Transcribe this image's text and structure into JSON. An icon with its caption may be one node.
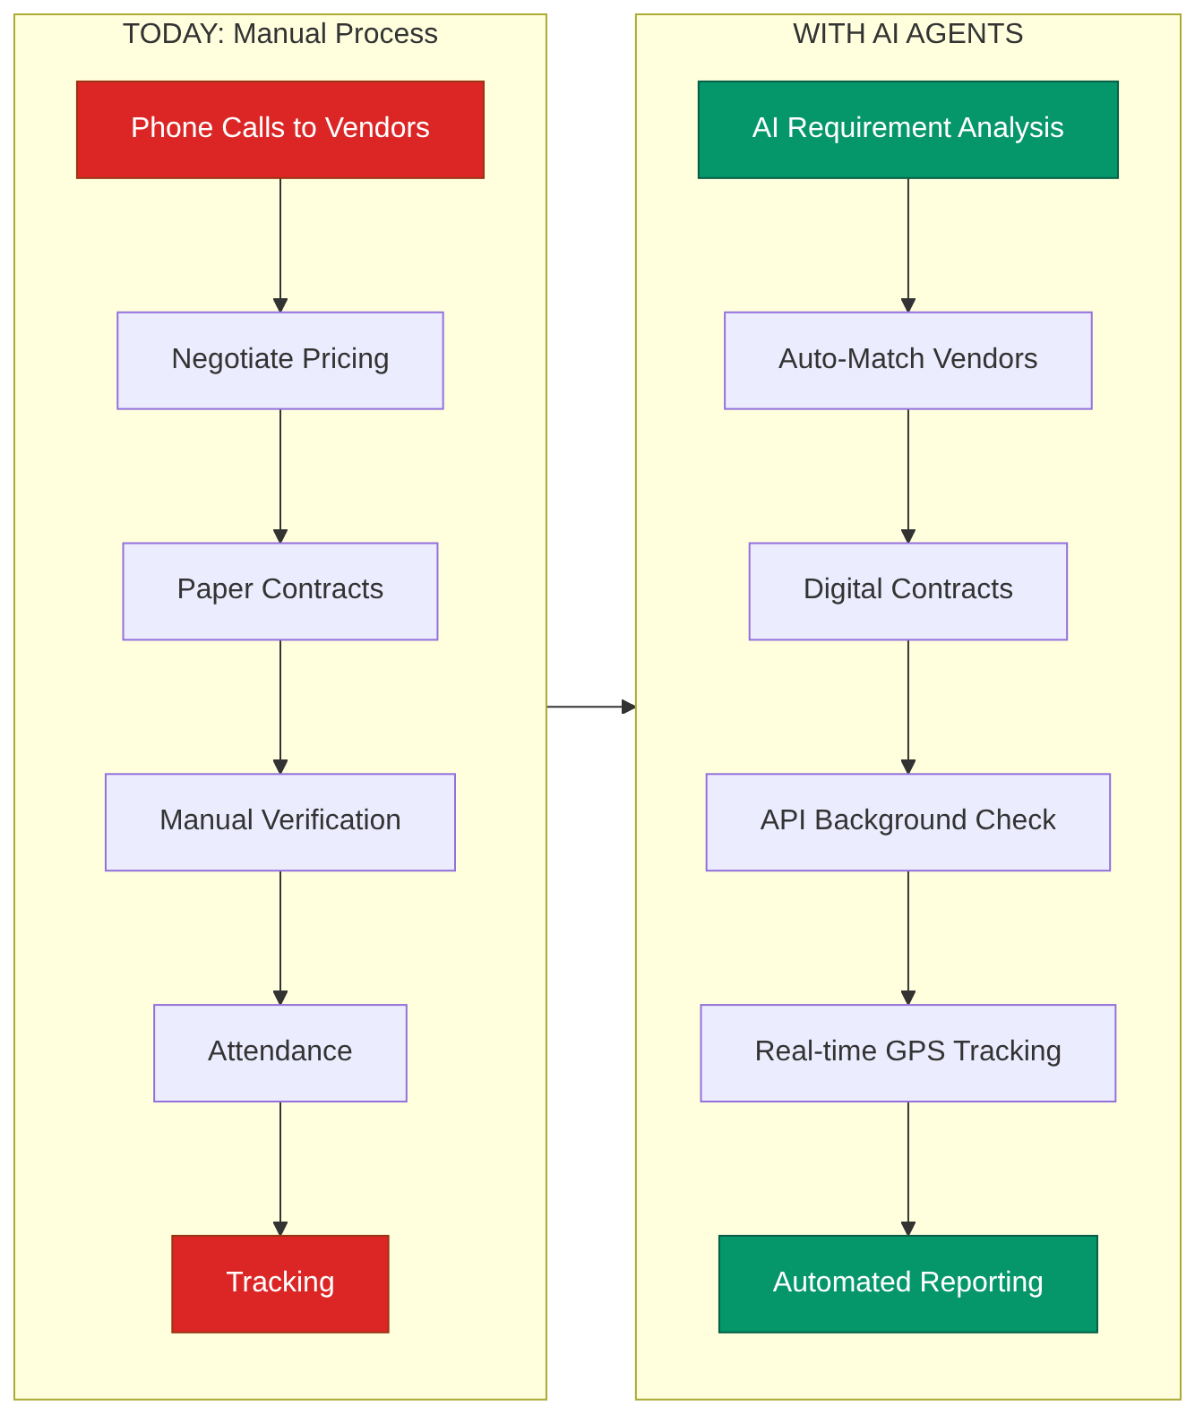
{
  "diagram": {
    "nodes": [
      {
        "text": [
          "TODAY: Manual Process"
        ]
      },
      {
        "text": [
          "Phone Calls to Vendors"
        ],
        "in": 0
      },
      {
        "text": [
          "Negotiate Pricing"
        ],
        "in": 0
      },
      {
        "text": [
          "Paper Contracts"
        ],
        "in": 0
      },
      {
        "text": [
          "Manual Verification"
        ],
        "in": 0
      },
      {
        "text": [
          "Attendance"
        ],
        "in": 0
      },
      {
        "text": [
          "Tracking"
        ],
        "in": 0
      },
      {
        "text": [
          "WITH AI AGENTS"
        ]
      },
      {
        "text": [
          "AI Requirement Analysis"
        ],
        "in": 7
      },
      {
        "text": [
          "Auto-Match Vendors"
        ],
        "in": 7
      },
      {
        "text": [
          "Digital Contracts"
        ],
        "in": 7
      },
      {
        "text": [
          "API Background Check"
        ],
        "in": 7
      },
      {
        "text": [
          "Real-time GPS Tracking"
        ],
        "in": 7
      },
      {
        "text": [
          "Automated Reporting"
        ],
        "in": 7
      }
    ],
    "edges": [
      {
        "from": 1,
        "to": 2,
        "arrow": "to"
      },
      {
        "from": 2,
        "to": 3,
        "arrow": "to"
      },
      {
        "from": 3,
        "to": 4,
        "arrow": "to"
      },
      {
        "from": 4,
        "to": 5,
        "arrow": "to"
      },
      {
        "from": 5,
        "to": 6,
        "arrow": "to"
      },
      {
        "from": 0,
        "to": 7,
        "arrow": "to"
      },
      {
        "from": 8,
        "to": 9,
        "arrow": "to"
      },
      {
        "from": 9,
        "to": 10,
        "arrow": "to"
      },
      {
        "from": 10,
        "to": 11,
        "arrow": "to"
      },
      {
        "from": 11,
        "to": 12,
        "arrow": "to"
      },
      {
        "from": 12,
        "to": 13,
        "arrow": "to"
      }
    ]
  }
}
